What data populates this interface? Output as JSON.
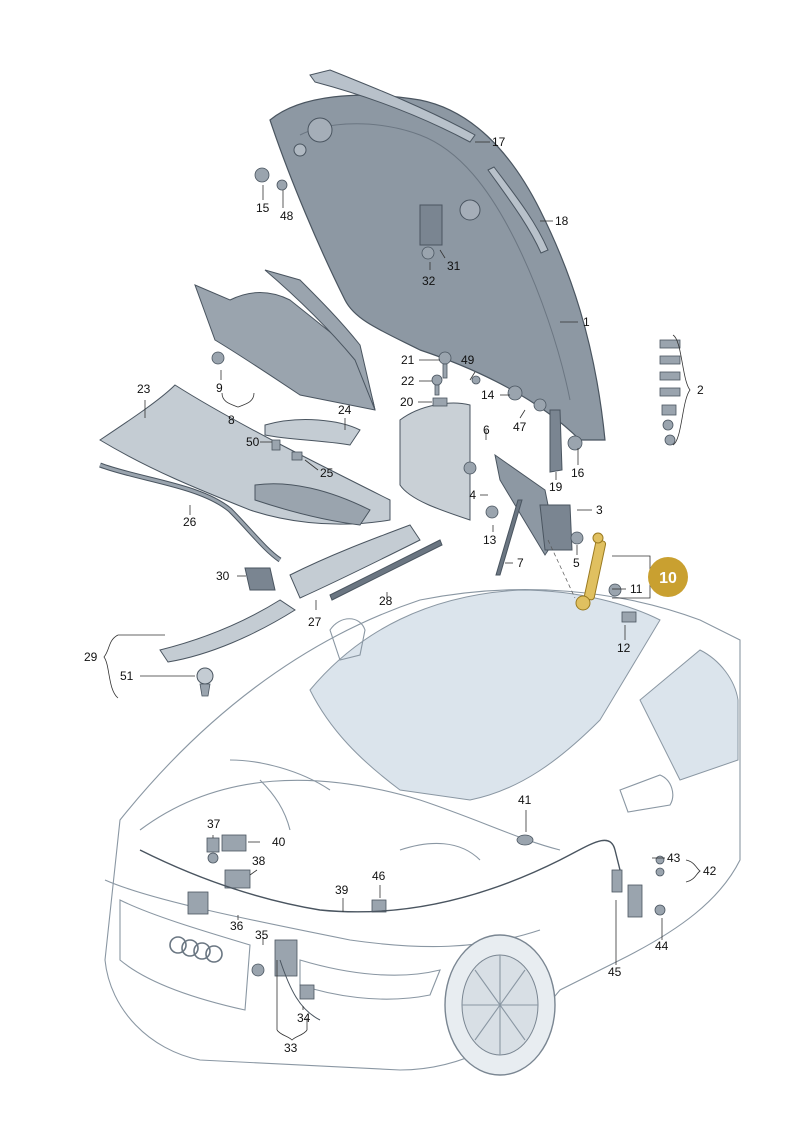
{
  "callout": {
    "number": "10",
    "fill": "#c9a030",
    "text_color": "#ffffff"
  },
  "highlight_color": "#e0c060",
  "labels": {
    "l1": "1",
    "l2": "2",
    "l3": "3",
    "l4": "4",
    "l5": "5",
    "l6": "6",
    "l7": "7",
    "l8": "8",
    "l9": "9",
    "l11": "11",
    "l12": "12",
    "l13": "13",
    "l14": "14",
    "l15": "15",
    "l16": "16",
    "l17": "17",
    "l18": "18",
    "l19": "19",
    "l20": "20",
    "l21": "21",
    "l22": "22",
    "l23": "23",
    "l24": "24",
    "l25": "25",
    "l26": "26",
    "l27": "27",
    "l28": "28",
    "l29": "29",
    "l30": "30",
    "l31": "31",
    "l32": "32",
    "l33": "33",
    "l34": "34",
    "l35": "35",
    "l36": "36",
    "l37": "37",
    "l38": "38",
    "l39": "39",
    "l40": "40",
    "l41": "41",
    "l42": "42",
    "l43": "43",
    "l44": "44",
    "l45": "45",
    "l46": "46",
    "l47": "47",
    "l48": "48",
    "l49": "49",
    "l50": "50",
    "l51": "51"
  }
}
